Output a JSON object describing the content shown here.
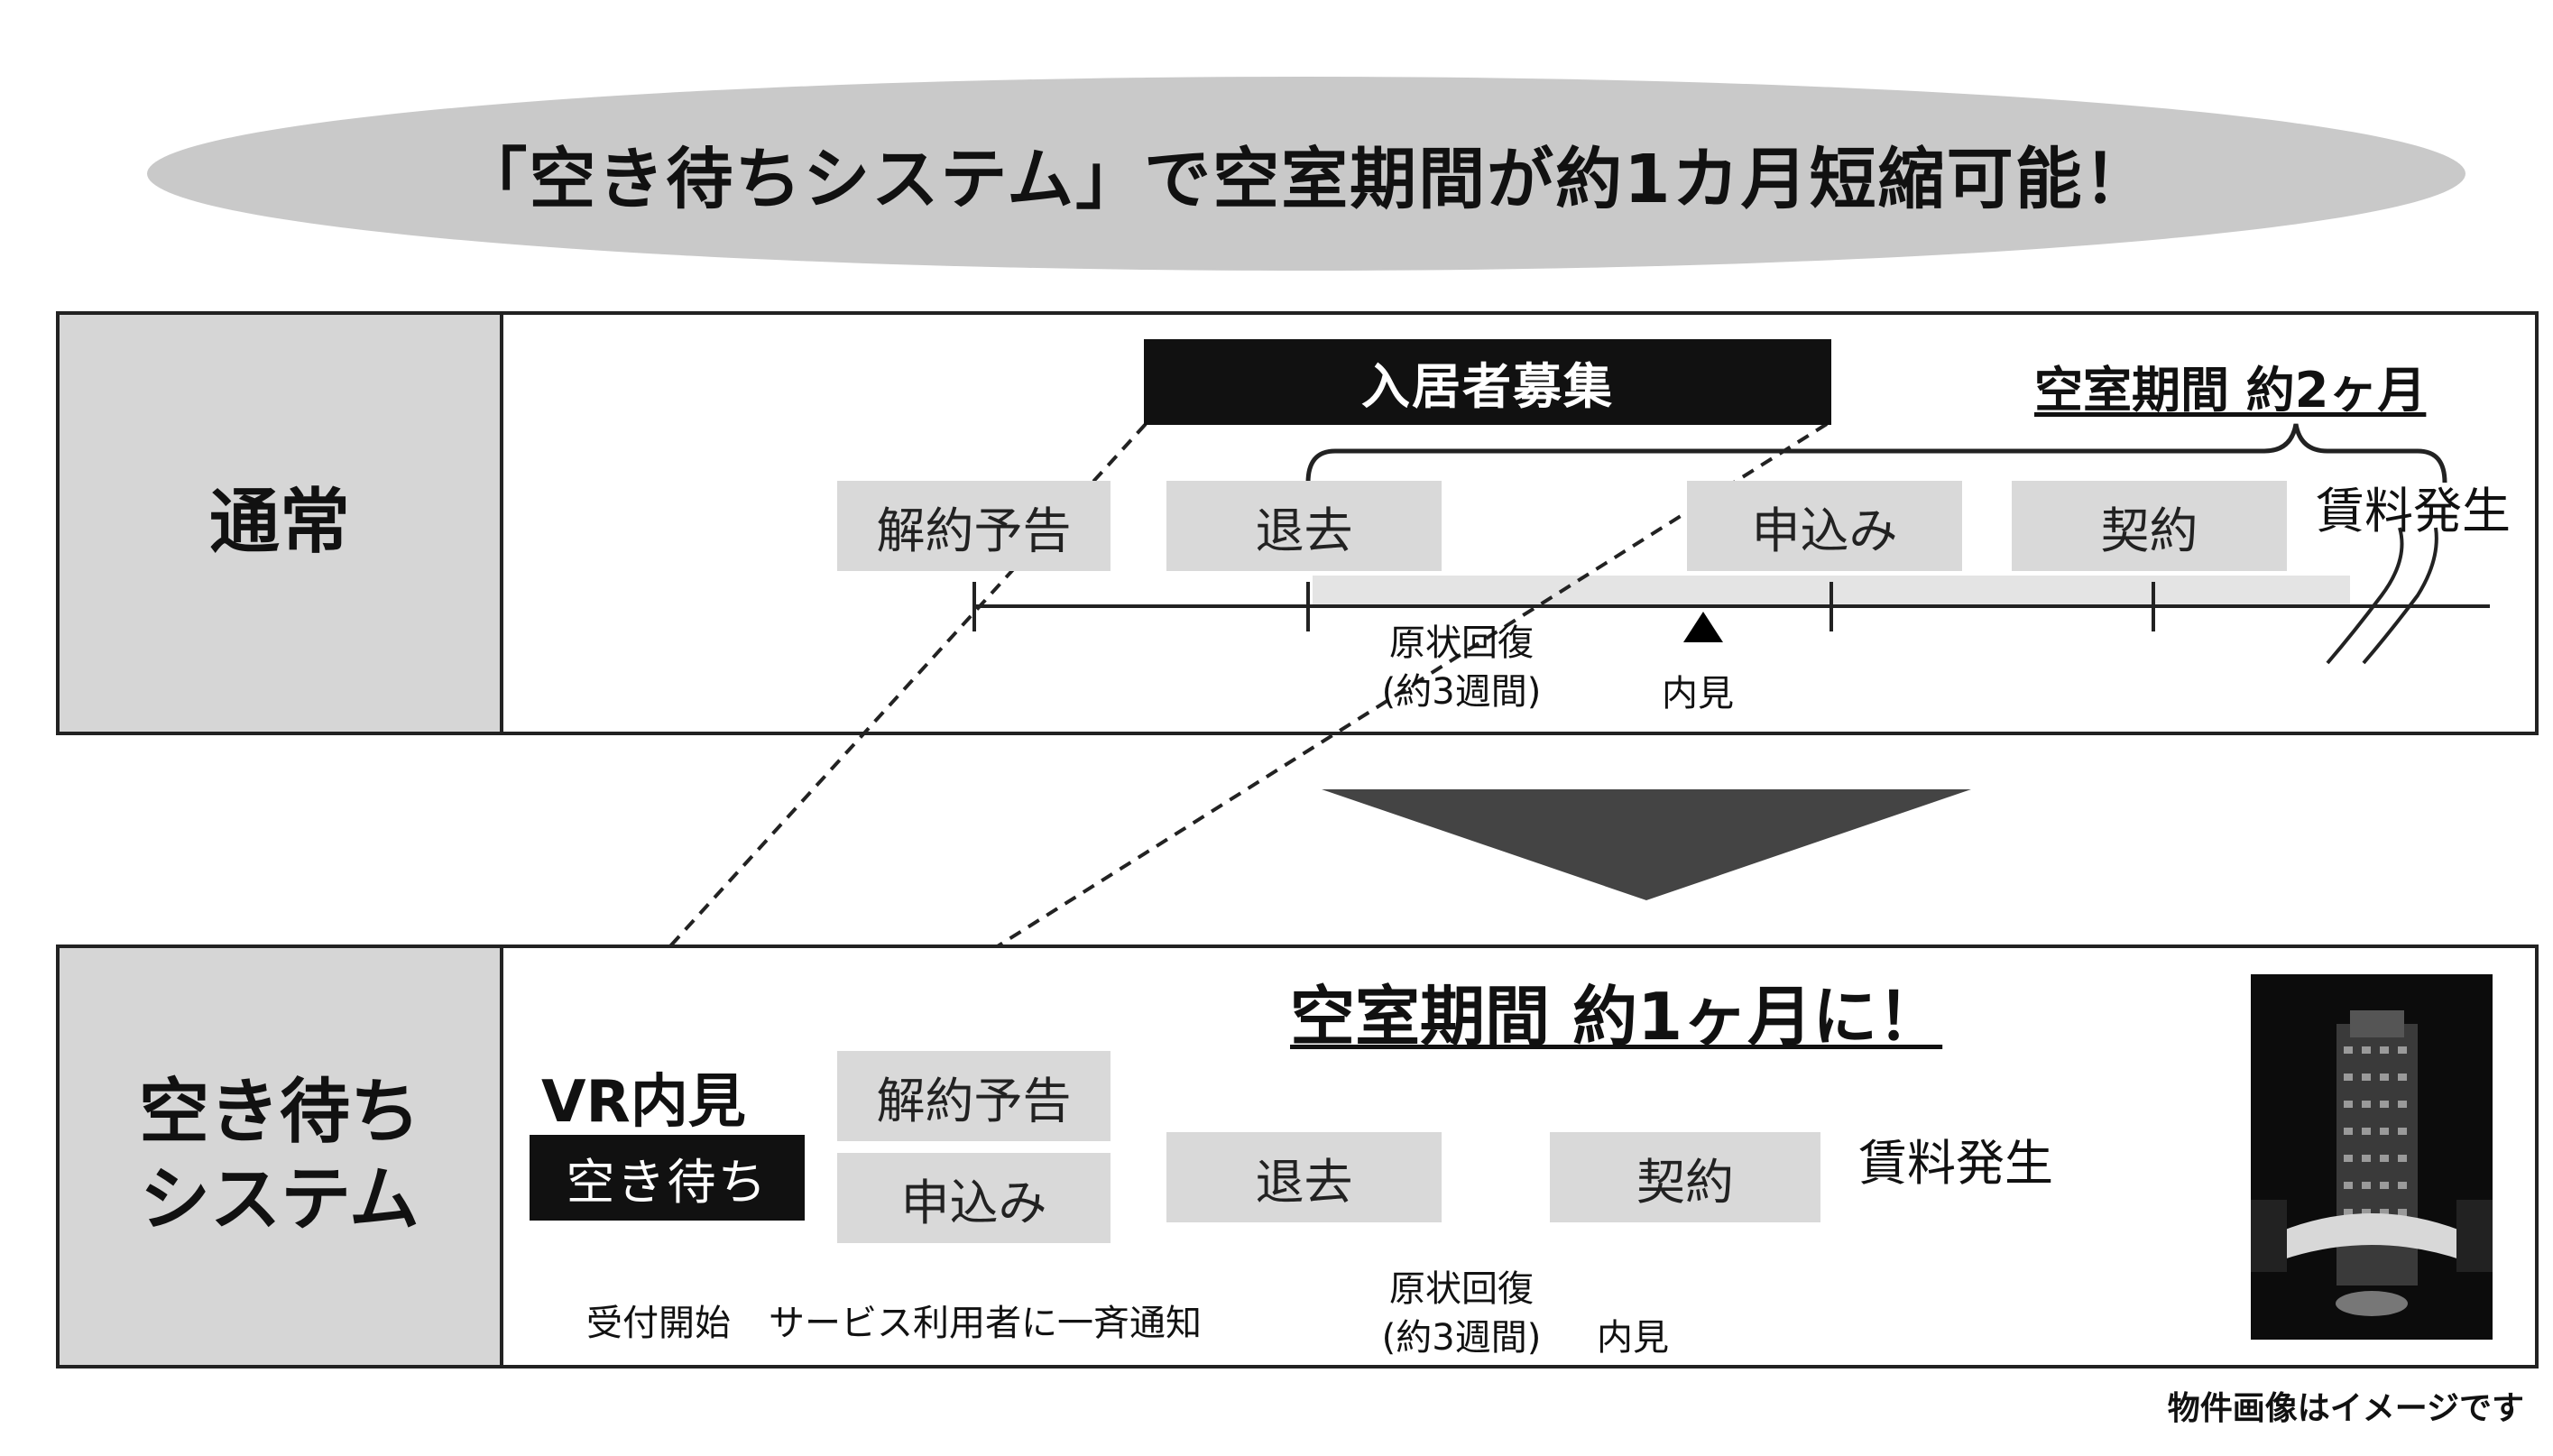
{
  "title": "「空き待ちシステム」で空室期間が約1カ月短縮可能！",
  "normal": {
    "label": "通常",
    "recruit_bar": "入居者募集",
    "vacancy": "空室期間 約2ヶ月",
    "steps": [
      "解約予告",
      "退去",
      "申込み",
      "契約"
    ],
    "rent_start": "賃料発生",
    "restore": [
      "原状回復",
      "(約3週間)"
    ],
    "viewing": "内見"
  },
  "waiting": {
    "label_line1": "空き待ち",
    "label_line2": "システム",
    "vr_viewing": "VR内見",
    "waiting_badge": "空き待ち",
    "vacancy": "空室期間 約1ヶ月に！",
    "steps": [
      "解約予告",
      "申込み",
      "退去",
      "契約"
    ],
    "rent_start": "賃料発生",
    "reception_start": "受付開始",
    "notify": "サービス利用者に一斉通知",
    "restore": [
      "原状回復",
      "(約3週間)"
    ],
    "viewing": "内見"
  },
  "footnote": "物件画像はイメージです"
}
